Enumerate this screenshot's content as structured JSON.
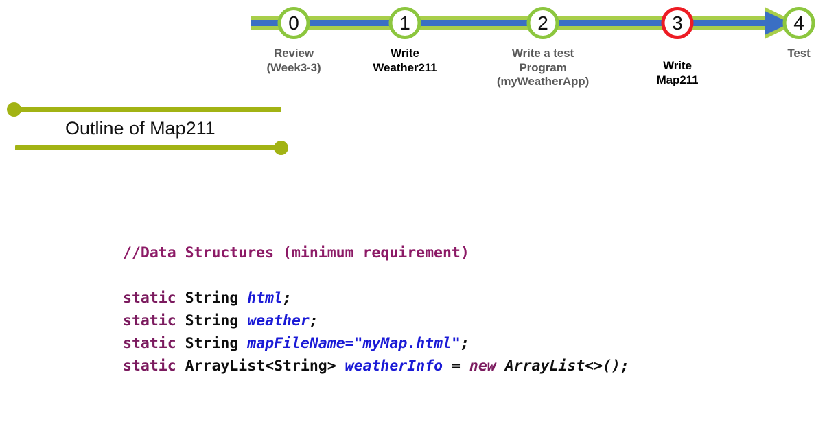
{
  "slide": {
    "title": "Outline of Map211"
  },
  "timeline": {
    "colors": {
      "green": "#8CC63E",
      "line_green": "#A8CE4A",
      "blue": "#3A6FC4",
      "red": "#ED1C24",
      "label_muted": "#595959",
      "label_active": "#000000"
    },
    "steps": [
      {
        "number": "0",
        "label": "Review\n(Week3-3)",
        "label_lines": [
          "Review",
          "(Week3-3)"
        ],
        "state": "done",
        "marker_color": "#8CC63E",
        "active": false
      },
      {
        "number": "1",
        "label": "Write\nWeather211",
        "label_lines": [
          "Write",
          "Weather211"
        ],
        "state": "done",
        "marker_color": "#8CC63E",
        "active": true
      },
      {
        "number": "2",
        "label": "Write a test\nProgram\n(myWeatherApp)",
        "label_lines": [
          "Write a test",
          "Program",
          "(myWeatherApp)"
        ],
        "state": "done",
        "marker_color": "#8CC63E",
        "active": false
      },
      {
        "number": "3",
        "label": "Write\nMap211",
        "label_lines": [
          "Write",
          "Map211"
        ],
        "state": "current",
        "marker_color": "#ED1C24",
        "active": true
      },
      {
        "number": "4",
        "label": "Test",
        "label_lines": [
          "Test"
        ],
        "state": "todo",
        "marker_color": "#8CC63E",
        "active": false
      }
    ]
  },
  "outline": {
    "rule_color": "#A2B314",
    "heading": "Outline of Map211"
  },
  "code": {
    "language": "java",
    "colors": {
      "comment": "#8C1A66",
      "keyword": "#7B1A5E",
      "type": "#0D0D0D",
      "variable": "#1A1AD6",
      "string": "#1A1AD6"
    },
    "lines": [
      {
        "id": "comment",
        "text": "//Data Structures (minimum requirement)"
      },
      {
        "id": "blank",
        "text": ""
      },
      {
        "id": "decl-html",
        "text": "static String html;"
      },
      {
        "id": "decl-weather",
        "text": "static String weather;"
      },
      {
        "id": "decl-mapfilename",
        "text": "static String mapFileName=\"myMap.html\";"
      },
      {
        "id": "decl-weatherinfo",
        "text": "static ArrayList<String> weatherInfo = new ArrayList<>();"
      }
    ],
    "tokens": {
      "comment_text": "//Data Structures (minimum requirement)",
      "kw_static": "static",
      "kw_new": "new",
      "type_string": "String",
      "type_arraylist_string": "ArrayList<String>",
      "type_arraylist_diamond": "ArrayList<>();",
      "var_html": "html",
      "var_weather": "weather",
      "var_mapfilename": "mapFileName",
      "var_weatherinfo": "weatherInfo",
      "str_mymap": "\"myMap.html\"",
      "semicolon": ";",
      "equals": "=",
      "assign_eq": "="
    }
  }
}
